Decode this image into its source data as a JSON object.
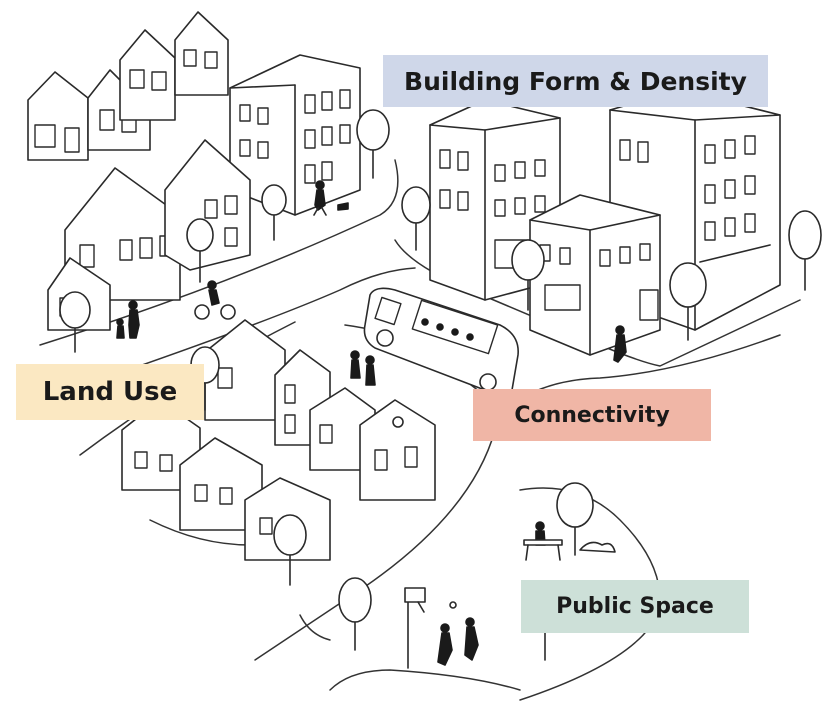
{
  "labels": {
    "building_form": {
      "text": "Building Form & Density",
      "color": "#cfd7e9"
    },
    "land_use": {
      "text": "Land Use",
      "color": "#fbe8c2"
    },
    "connectivity": {
      "text": "Connectivity",
      "color": "#f0b6a6"
    },
    "public_space": {
      "text": "Public Space",
      "color": "#cde0d8"
    }
  },
  "illustration": {
    "style": "black line drawing on white",
    "icons": [
      "house-icon",
      "apartment-building-icon",
      "tree-icon",
      "bus-icon",
      "cyclist-icon",
      "pedestrian-icon",
      "dog-walker-icon",
      "basketball-hoop-icon",
      "picnic-bench-icon"
    ]
  }
}
